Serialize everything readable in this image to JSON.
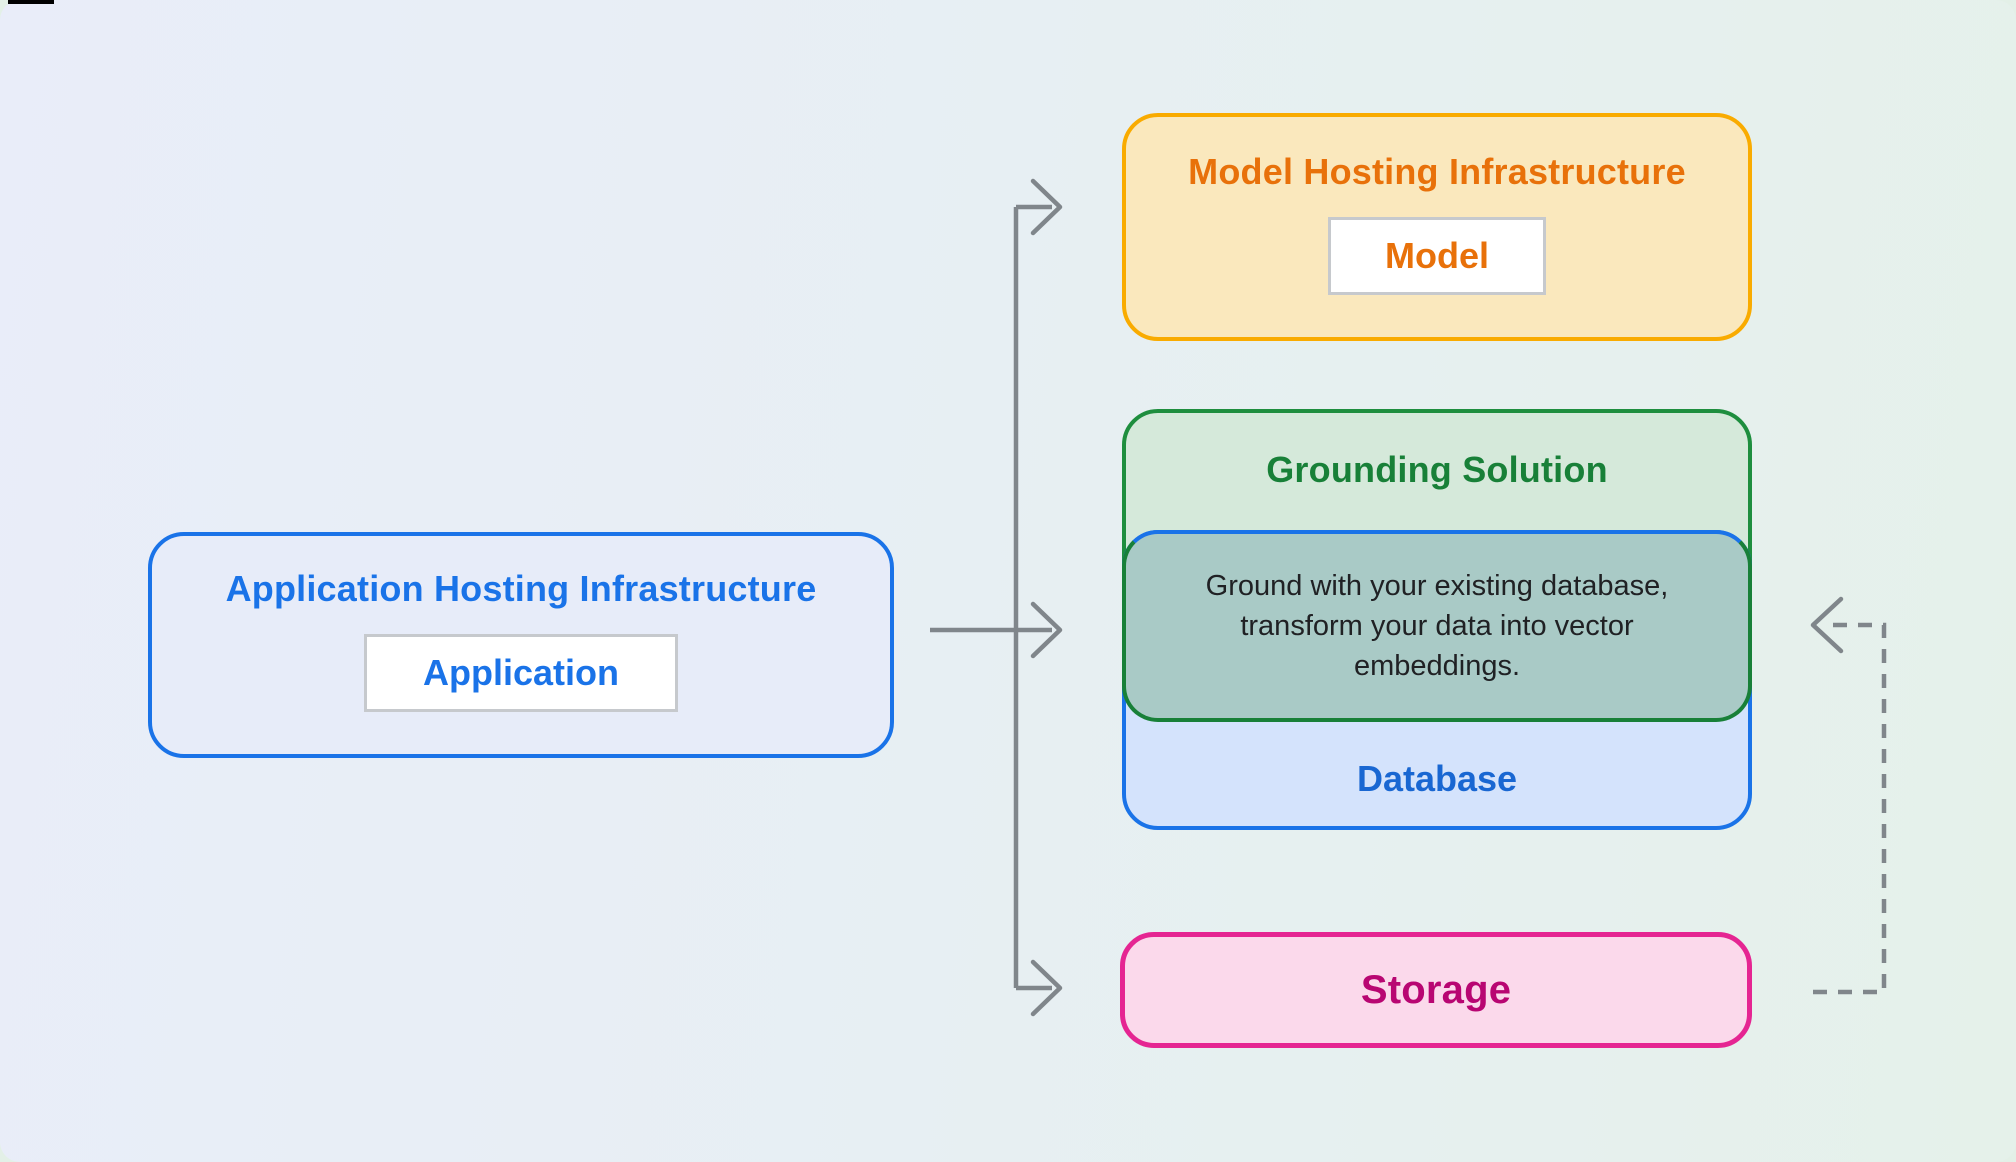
{
  "colors": {
    "page-green": "#E3F0E7",
    "panel-lavender": "#E9EDF9",
    "panel-mid": "#E7EFF3",
    "panel-end": "#E5F1EA",
    "blue": "#1A73E8",
    "blue-dark": "#1967D2",
    "app-fill": "#E7ECF9",
    "yellow-border": "#F9AB00",
    "yellow-fill": "#FAE8BD",
    "orange-text": "#E8710A",
    "green-border": "#1E8E3E",
    "green-fill": "#D5E9DA",
    "green-text": "#188038",
    "teal-fill": "#A9CAC6",
    "teal-border": "#188038",
    "dark-text": "#202124",
    "db-fill": "#D4E3FC",
    "pink-border": "#E52592",
    "pink-fill": "#FBD9EB",
    "pink-text": "#B80672",
    "arrow-gray": "#80868B",
    "chip-border": "#C6C9CD"
  },
  "diagram": {
    "application": {
      "title": "Application Hosting Infrastructure",
      "inner_label": "Application"
    },
    "model": {
      "title": "Model Hosting Infrastructure",
      "inner_label": "Model"
    },
    "grounding": {
      "title": "Grounding Solution",
      "description_lines": [
        "Ground with your existing database,",
        "transform your data into vector",
        "embeddings."
      ],
      "database_label": "Database"
    },
    "storage": {
      "title": "Storage"
    }
  }
}
